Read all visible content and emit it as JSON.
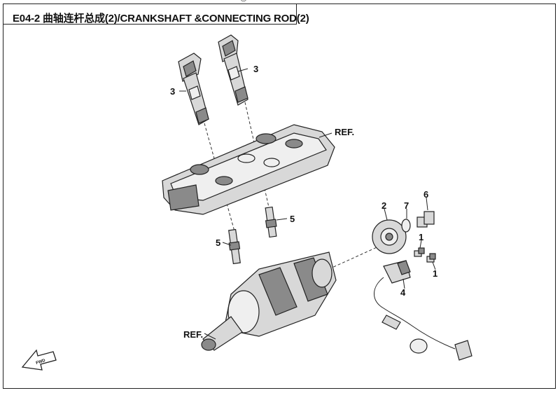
{
  "header": {
    "title": "E04-2  曲轴连杆总成(2)/CRANKSHAFT &CONNECTING ROD(2)",
    "watermark": "©"
  },
  "labels": {
    "ignition_coil_upper": "3",
    "ignition_coil_lower": "3",
    "ref_cover": "REF.",
    "spark_plug_right": "5",
    "spark_plug_left": "5",
    "sprocket": "2",
    "washer": "7",
    "bolt": "6",
    "small_bolt_upper": "1",
    "small_bolt_lower": "1",
    "sensor": "4",
    "ref_crankshaft": "REF."
  },
  "icons": {
    "direction_arrow": "front-direction-arrow-icon",
    "direction_text": "FWD"
  }
}
